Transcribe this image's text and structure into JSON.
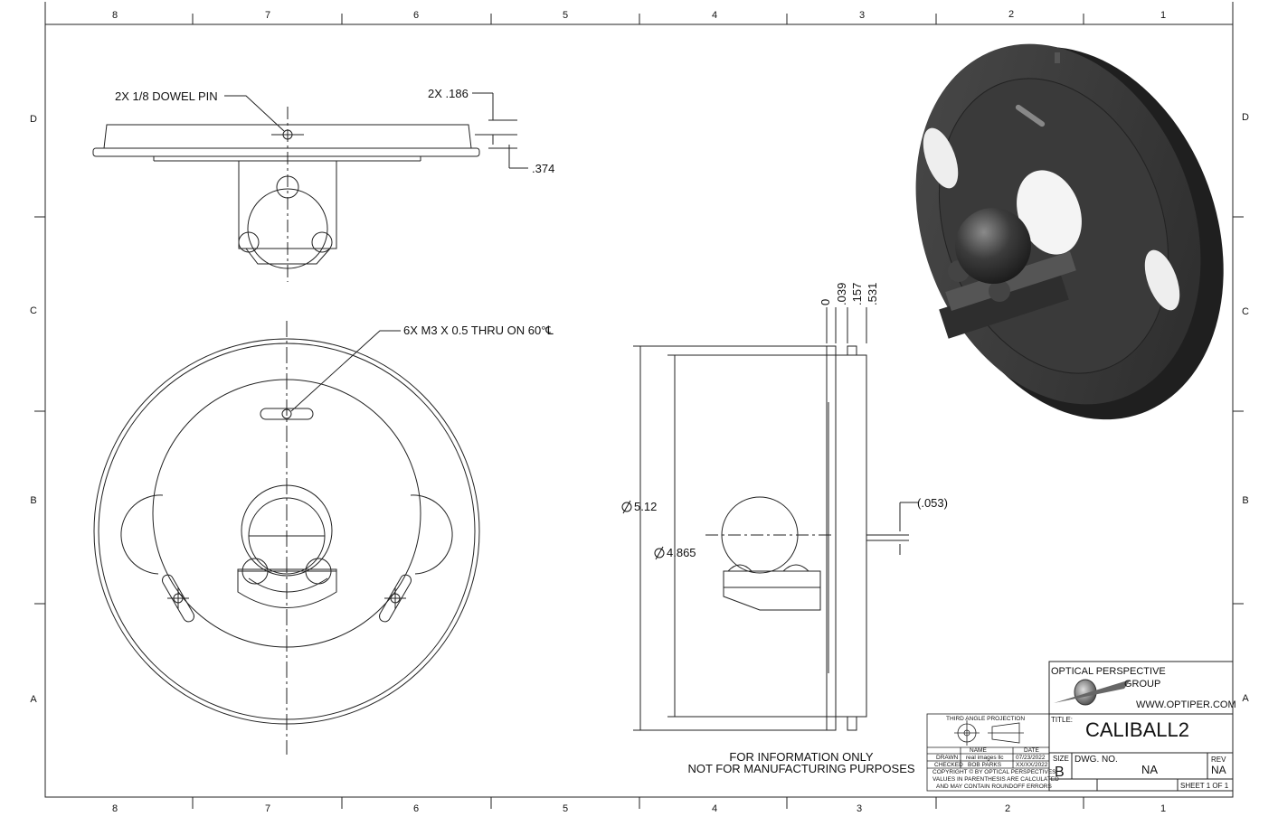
{
  "zones": {
    "top_columns": [
      "8",
      "7",
      "6",
      "5",
      "4",
      "3",
      "2",
      "1"
    ],
    "bottom_columns": [
      "8",
      "7",
      "6",
      "5",
      "4",
      "3",
      "2",
      "1"
    ],
    "left_rows": [
      "D",
      "C",
      "B",
      "A"
    ],
    "right_rows": [
      "D",
      "C",
      "B",
      "A"
    ]
  },
  "annotations": {
    "dowel_pin": "2X 1/8 DOWEL PIN",
    "dim_186": "2X .186",
    "dim_374": ".374",
    "hole_callout": "6X M3 X 0.5 THRU ON 60°℄",
    "dim_0": "0",
    "dim_039": ".039",
    "dim_157": ".157",
    "dim_531": ".531",
    "dim_053": ".053",
    "dia_512": "5.12",
    "dia_4865": "4.865"
  },
  "notice": {
    "line1": "FOR INFORMATION ONLY",
    "line2": "NOT FOR MANUFACTURING PURPOSES"
  },
  "title_block": {
    "company_line1": "OPTICAL PERSPECTIVE",
    "company_line2": "GROUP",
    "website": "WWW.OPTIPER.COM",
    "title_label": "TITLE:",
    "title": "CALIBALL2",
    "size_label": "SIZE",
    "size": "B",
    "dwg_no_label": "DWG.  NO.",
    "dwg_no": "NA",
    "rev_label": "REV",
    "rev": "NA",
    "sheet": "SHEET 1 OF 1"
  },
  "small_block": {
    "projection": "THIRD ANGLE PROJECTION",
    "name_header": "NAME",
    "date_header": "DATE",
    "drawn_label": "DRAWN",
    "drawn_name": "real images llc",
    "drawn_date": "07/23/2022",
    "checked_label": "CHECKED",
    "checked_name": "BOB PARKS",
    "checked_date": "XX/XX/2022",
    "copyright": "COPYRIGHT © BY OPTICAL PERSPECTIVES",
    "note1": "VALUES IN PARENTHESIS ARE CALCULATED",
    "note2": "AND MAY CONTAIN ROUNDOFF ERRORS"
  },
  "colors": {
    "line": "#1a1a1a",
    "part_dark": "#3a3a3a",
    "part_mid": "#555555",
    "part_light": "#7a7a7a"
  }
}
